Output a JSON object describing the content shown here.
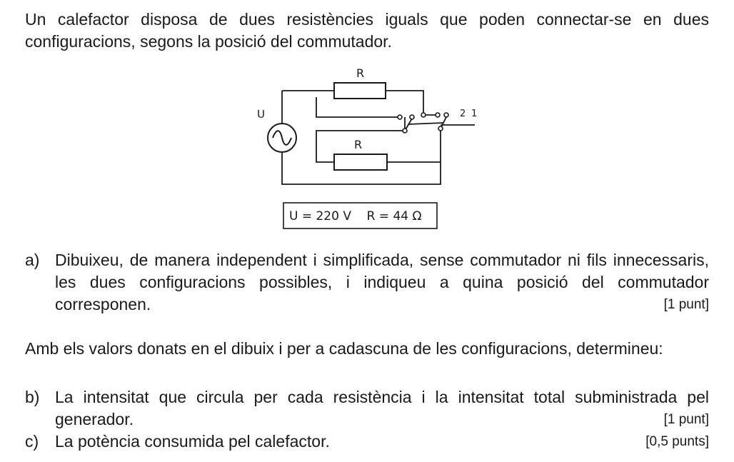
{
  "intro": "Un calefactor disposa de dues resistències iguals que poden connectar-se en dues configuracions, segons la posició del commutador.",
  "diagram": {
    "resistor_top_label": "R",
    "resistor_bottom_label": "R",
    "source_label": "U",
    "switch_pos_2": "2",
    "switch_pos_1": "1",
    "values_box": "U = 220 V    R = 44 Ω"
  },
  "question_a": {
    "label": "a)",
    "text": "Dibuixeu, de manera independent i simplificada, sense commutador ni fils innecessaris, les dues configuracions possibles, i indiqueu a quina posició del commutador corresponen.",
    "points": "[1 punt]"
  },
  "instructions": "Amb els valors donats en el dibuix i per a cadascuna de les configuracions, determineu:",
  "question_b": {
    "label": "b)",
    "text": "La intensitat que circula per cada resistència i la intensitat total subministrada pel generador.",
    "points": "[1 punt]"
  },
  "question_c": {
    "label": "c)",
    "text": "La potència consumida pel calefactor.",
    "points": "[0,5 punts]"
  }
}
